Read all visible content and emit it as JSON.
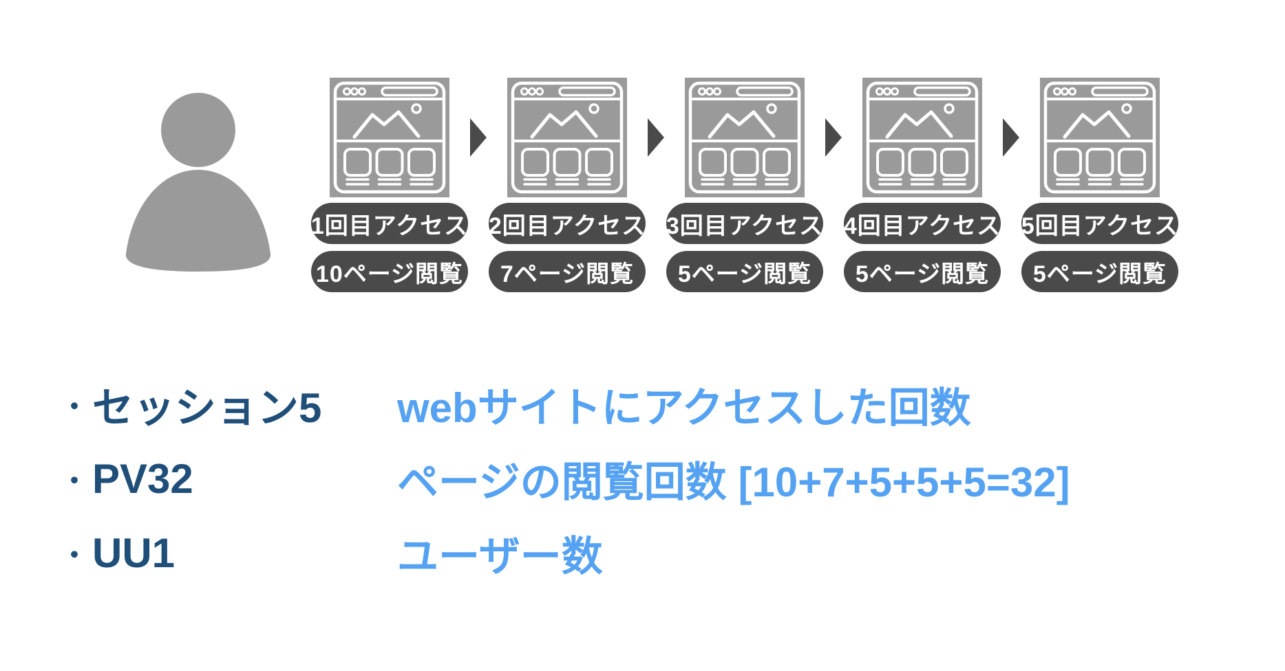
{
  "colors": {
    "icon_gray": "#9a9a9a",
    "badge_dark": "#4a4a4a",
    "badge_text": "#ffffff",
    "term_navy": "#1f4e79",
    "definition_blue": "#55a2f2",
    "background": "#ffffff"
  },
  "journey": {
    "user_icon": "user-silhouette",
    "browser_icon": "browser-window",
    "arrow_icon": "arrow-right-triangle",
    "visits": [
      {
        "access_label": "1回目アクセス",
        "pages_label": "10ページ閲覧"
      },
      {
        "access_label": "2回目アクセス",
        "pages_label": "7ページ閲覧"
      },
      {
        "access_label": "3回目アクセス",
        "pages_label": "5ページ閲覧"
      },
      {
        "access_label": "4回目アクセス",
        "pages_label": "5ページ閲覧"
      },
      {
        "access_label": "5回目アクセス",
        "pages_label": "5ページ閲覧"
      }
    ]
  },
  "legend": {
    "rows": [
      {
        "bullet": "・",
        "term": "セッション5",
        "definition": "webサイトにアクセスした回数"
      },
      {
        "bullet": "・",
        "term": "PV32",
        "definition": "ページの閲覧回数 [10+7+5+5+5=32]"
      },
      {
        "bullet": "・",
        "term": "UU1",
        "definition": "ユーザー数"
      }
    ]
  }
}
